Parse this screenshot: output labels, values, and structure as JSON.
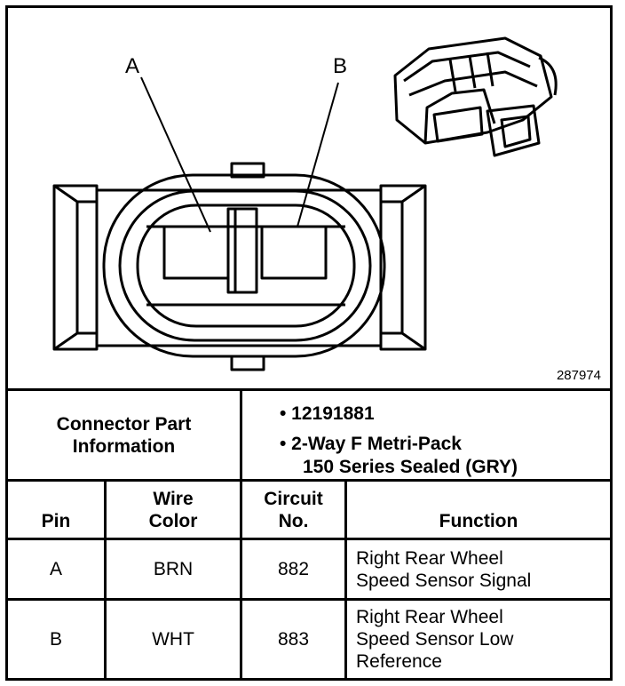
{
  "diagram": {
    "callout_a": "A",
    "callout_b": "B",
    "figure_number": "287974"
  },
  "connector_info": {
    "label_line1": "Connector Part",
    "label_line2": "Information",
    "part_number": "• 12191881",
    "description_line1": "• 2-Way F Metri-Pack",
    "description_line2": "150 Series Sealed (GRY)"
  },
  "table": {
    "headers": {
      "pin": "Pin",
      "wire_color_1": "Wire",
      "wire_color_2": "Color",
      "circuit_1": "Circuit",
      "circuit_2": "No.",
      "function": "Function"
    },
    "rows": [
      {
        "pin": "A",
        "wire_color": "BRN",
        "circuit": "882",
        "function_lines": [
          "Right Rear Wheel",
          "Speed Sensor Signal"
        ]
      },
      {
        "pin": "B",
        "wire_color": "WHT",
        "circuit": "883",
        "function_lines": [
          "Right Rear Wheel",
          "Speed Sensor Low",
          "Reference"
        ]
      }
    ]
  }
}
